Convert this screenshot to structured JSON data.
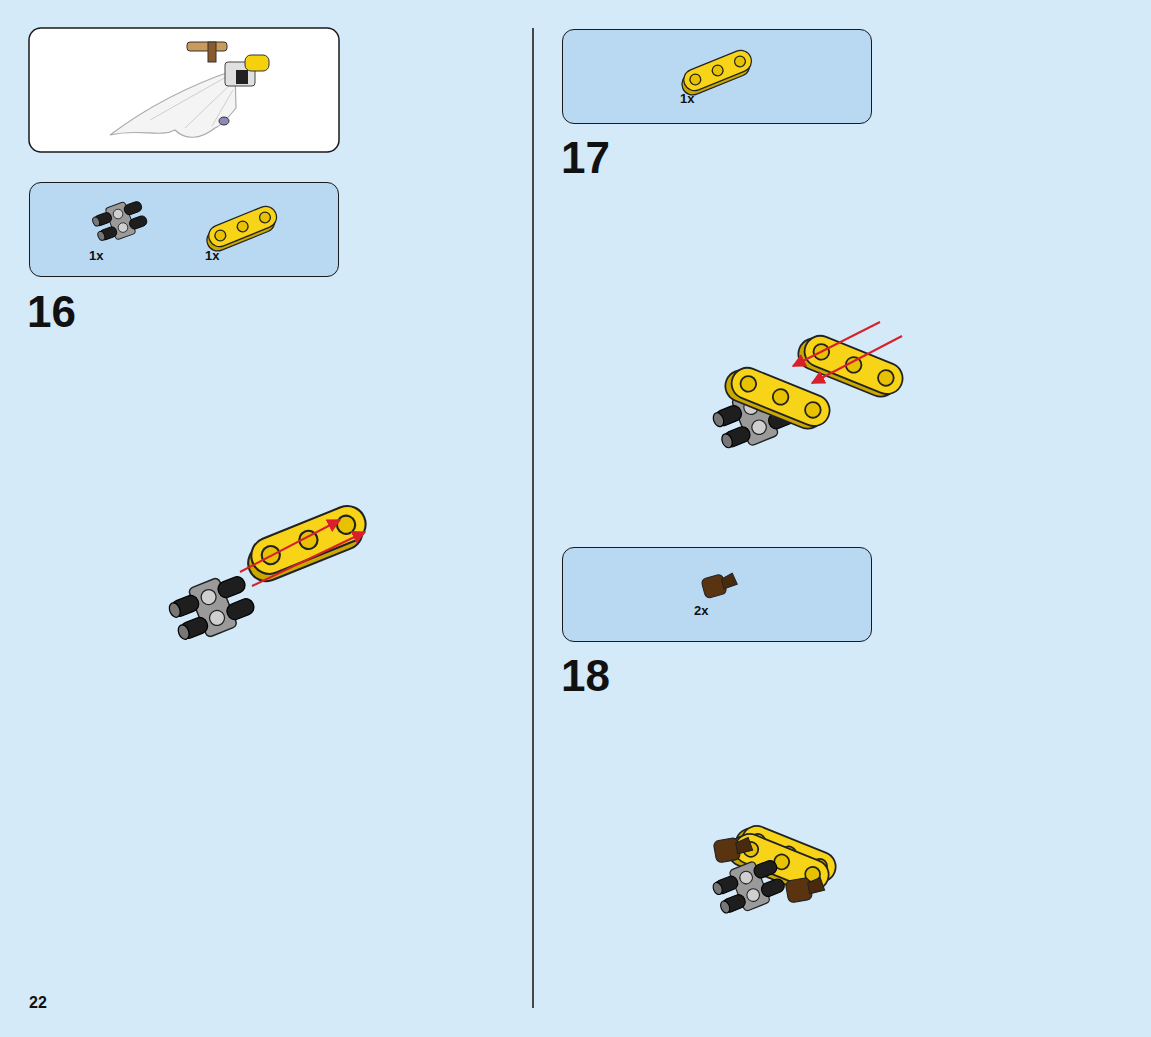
{
  "diagram": {
    "nodes": [
      {
        "text": [
          "1x",
          "1x"
        ]
      },
      {
        "text": [
          "1x"
        ]
      },
      {
        "text": [
          "2x"
        ]
      }
    ],
    "labels": [
      "16",
      "17",
      "18",
      "22"
    ]
  }
}
